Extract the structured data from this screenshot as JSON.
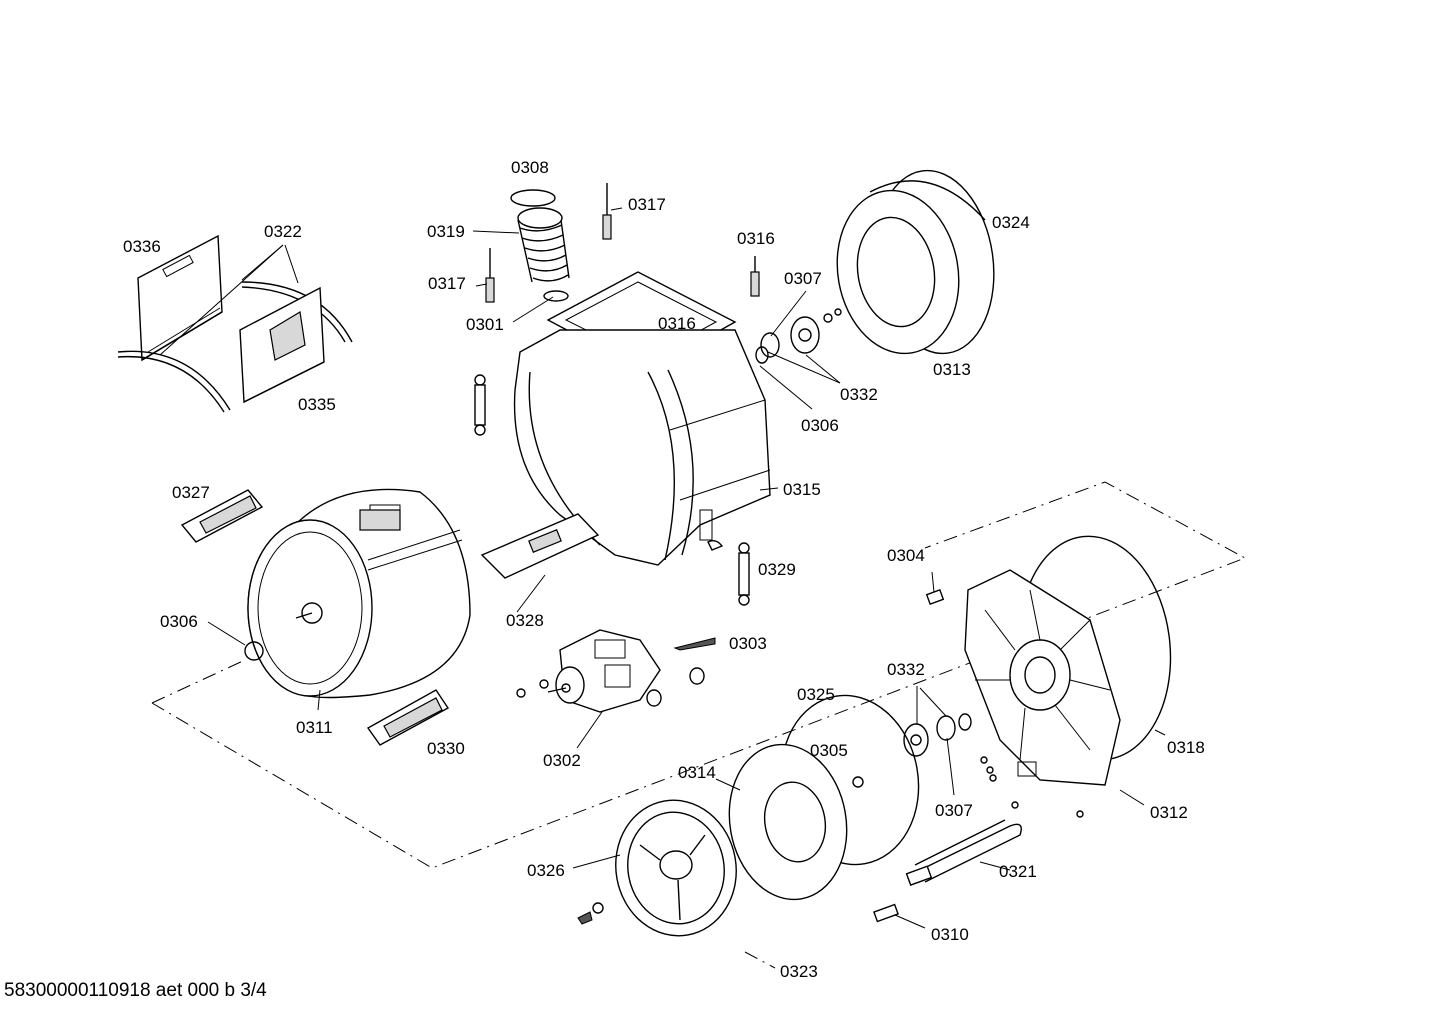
{
  "labels": {
    "p0308": "0308",
    "p0317a": "0317",
    "p0319": "0319",
    "p0317b": "0317",
    "p0301": "0301",
    "p0316a": "0316",
    "p0316b": "0316",
    "p0336": "0336",
    "p0322": "0322",
    "p0335": "0335",
    "p0307a": "0307",
    "p0324": "0324",
    "p0332a": "0332",
    "p0313": "0313",
    "p0306a": "0306",
    "p0315": "0315",
    "p0327": "0327",
    "p0329": "0329",
    "p0304": "0304",
    "p0306b": "0306",
    "p0328": "0328",
    "p0303": "0303",
    "p0332b": "0332",
    "p0311": "0311",
    "p0325": "0325",
    "p0330": "0330",
    "p0302": "0302",
    "p0305": "0305",
    "p0318": "0318",
    "p0314": "0314",
    "p0307b": "0307",
    "p0312": "0312",
    "p0321": "0321",
    "p0326": "0326",
    "p0310": "0310",
    "p0323": "0323"
  },
  "footer": "58300000110918 aet 000 b 3/4"
}
